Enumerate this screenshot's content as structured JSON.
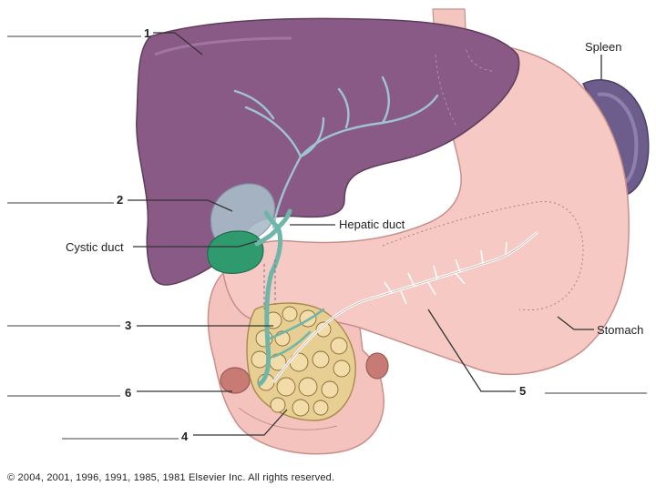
{
  "labels": {
    "n1": "1",
    "n2": "2",
    "n3": "3",
    "n4": "4",
    "n5": "5",
    "n6": "6",
    "spleen": "Spleen",
    "hepatic_duct": "Hepatic duct",
    "cystic_duct": "Cystic duct",
    "stomach": "Stomach"
  },
  "copyright": "© 2004, 2001, 1996, 1991, 1985, 1981 Elsevier Inc. All rights reserved.",
  "colors": {
    "liver": "#8a5a86",
    "liver_dark": "#6e4570",
    "stomach": "#f6c9c4",
    "stomach_edge": "#c98f8a",
    "spleen": "#6d5d8c",
    "pancreas": "#e7cf94",
    "duct": "#6fb6a8",
    "gallbladder": "#2e9a6e",
    "gallbladder_outline": "#9fb7c2"
  }
}
